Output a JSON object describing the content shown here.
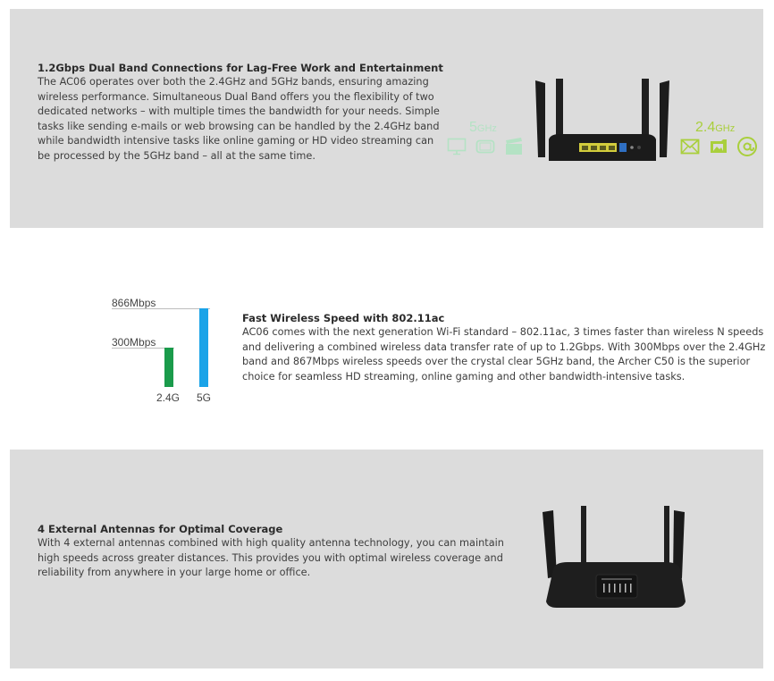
{
  "features": [
    {
      "title": "1.2Gbps Dual Band Connections for Lag-Free Work and Entertainment",
      "lines": [
        "The AC06 operates over both the 2.4GHz and 5GHz bands, ensuring amazing",
        "wireless performance. Simultaneous Dual Band offers you the flexibility of two",
        "dedicated networks – with multiple times the bandwidth for your needs. Simple",
        "tasks like sending e-mails or web browsing can be handled by the 2.4GHz band",
        "while bandwidth intensive tasks like online gaming or HD video streaming can",
        "be processed by the 5GHz band – all at the same time."
      ],
      "bands": {
        "five": {
          "num": "5",
          "unit": "GHz",
          "color": "#b4e2c4",
          "icons": [
            "monitor-icon",
            "tablet-icon",
            "clapperboard-icon"
          ]
        },
        "two_four": {
          "num": "2.4",
          "unit": "GHz",
          "color": "#a9cf3c",
          "icons": [
            "envelope-icon",
            "picture-icon",
            "at-sign-icon"
          ]
        }
      }
    },
    {
      "title": "Fast Wireless Speed with 802.11ac",
      "lines": [
        "AC06 comes with the next generation Wi-Fi standard – 802.11ac, 3 times faster than wireless N speeds",
        "and delivering a combined wireless data transfer rate of up to 1.2Gbps. With 300Mbps over the 2.4GHz",
        "band and 867Mbps wireless speeds over the crystal clear 5GHz band, the Archer C50 is the superior",
        "choice for seamless HD streaming, online gaming and other bandwidth-intensive tasks."
      ]
    },
    {
      "title": "4 External Antennas for Optimal Coverage",
      "lines": [
        "With 4 external antennas combined with high quality antenna technology, you can maintain",
        "high speeds across greater distances. This provides you with optimal wireless coverage and",
        "reliability from anywhere in your large home or office."
      ]
    }
  ],
  "chart_data": {
    "type": "bar",
    "categories": [
      "2.4G",
      "5G"
    ],
    "values": [
      300,
      866
    ],
    "value_labels": [
      "300Mbps",
      "866Mbps"
    ],
    "colors": [
      "#1a9b4b",
      "#1aa3e8"
    ],
    "title": "",
    "xlabel": "",
    "ylabel": "",
    "ylim": [
      0,
      866
    ]
  }
}
